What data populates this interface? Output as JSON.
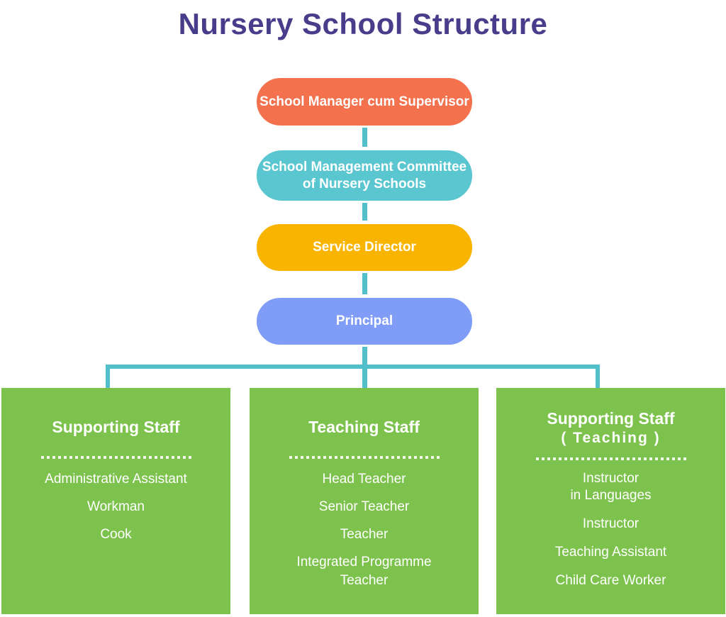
{
  "title": "Nursery School Structure",
  "colors": {
    "title": "#473D8B",
    "connector": "#53BFCB",
    "department_bg": "#7EC24E",
    "node_text": "#FFFFFF",
    "background": "#FFFFFF"
  },
  "hierarchy": [
    {
      "label": "School Manager cum Supervisor",
      "color": "#F4714D"
    },
    {
      "label": "School Management Committee\nof Nursery Schools",
      "color": "#5AC6D0"
    },
    {
      "label": "Service Director",
      "color": "#F9B400"
    },
    {
      "label": "Principal",
      "color": "#7F9DF6"
    }
  ],
  "departments": [
    {
      "title": "Supporting Staff",
      "subtitle": "",
      "members": [
        "Administrative Assistant",
        "Workman",
        "Cook"
      ]
    },
    {
      "title": "Teaching Staff",
      "subtitle": "",
      "members": [
        "Head Teacher",
        "Senior Teacher",
        "Teacher",
        "Integrated Programme\nTeacher"
      ]
    },
    {
      "title": "Supporting Staff",
      "subtitle": "( Teaching )",
      "members": [
        "Instructor\nin Languages",
        "Instructor",
        "Teaching Assistant",
        "Child Care Worker"
      ]
    }
  ]
}
